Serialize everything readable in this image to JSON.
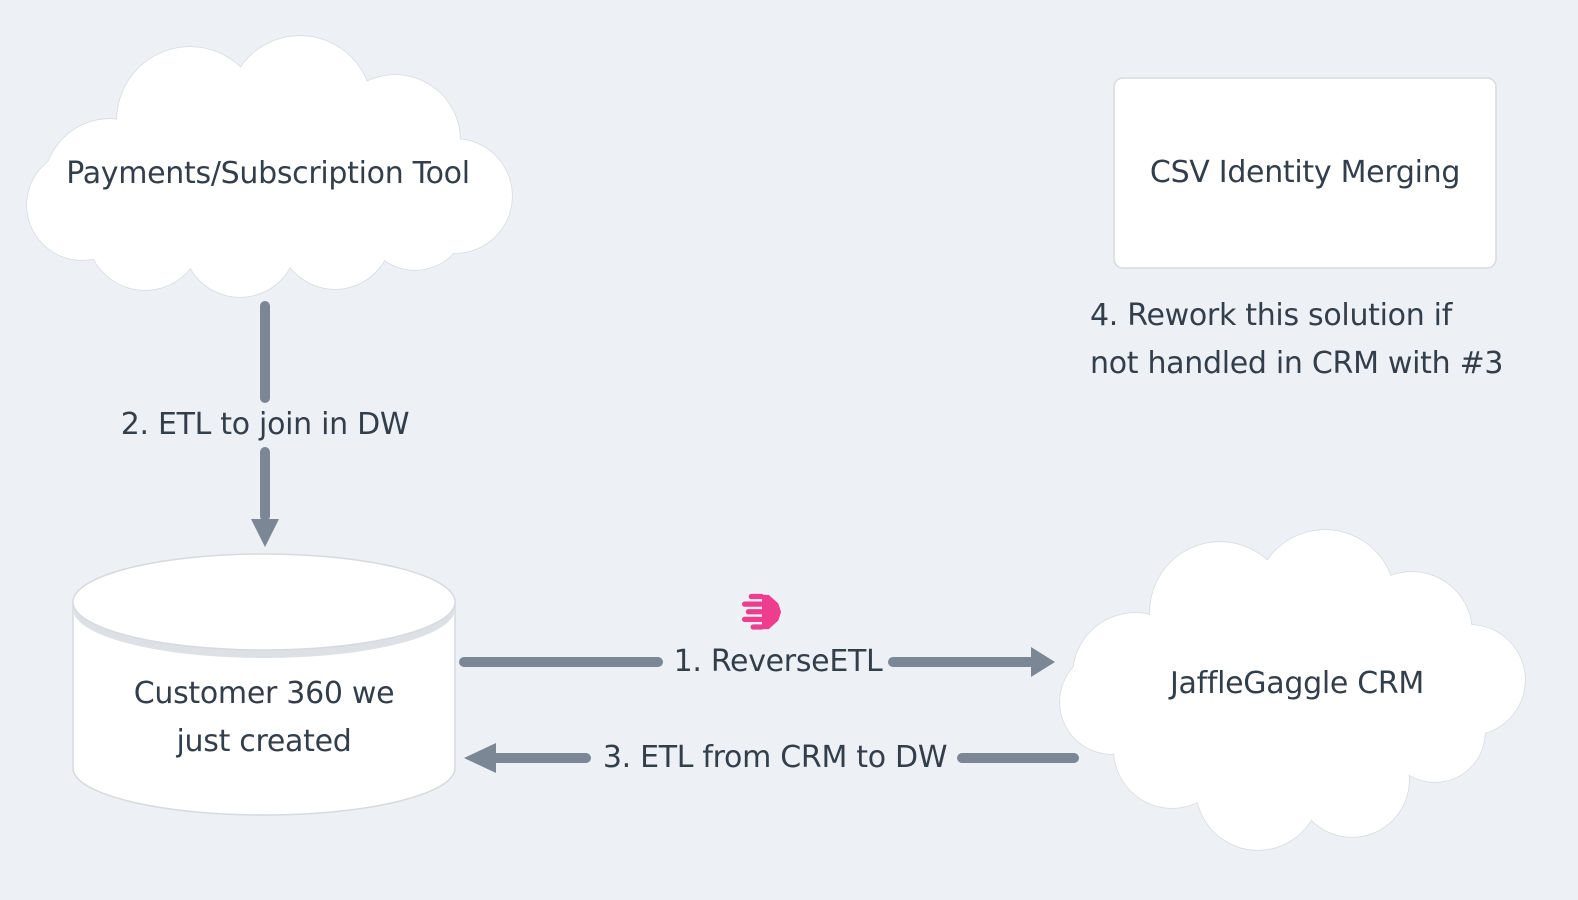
{
  "diagram": {
    "background_color": "#edf1f5",
    "colors": {
      "node_fill": "#ffffff",
      "node_border": "#d6dadf",
      "arrow": "#7b8795",
      "text": "#333e4b",
      "accent_pink": "#ee3d8c"
    },
    "nodes": {
      "payments": {
        "type": "cloud",
        "label": "Payments/Subscription Tool"
      },
      "csv_merge": {
        "type": "rounded-rect",
        "label": "CSV Identity Merging"
      },
      "customer360": {
        "type": "cylinder",
        "label_line1": "Customer 360 we",
        "label_line2": "just created"
      },
      "crm": {
        "type": "cloud",
        "label": "JaffleGaggle CRM"
      }
    },
    "edges": {
      "etl_join_dw": {
        "label": "2. ETL to join in DW",
        "direction": "down"
      },
      "reverse_etl": {
        "label": "1. ReverseETL",
        "direction": "right",
        "icon": "hightouch-icon"
      },
      "etl_crm_dw": {
        "label": "3. ETL from CRM to DW",
        "direction": "left"
      }
    },
    "annotation": {
      "line1": "4. Rework this solution if",
      "line2": "not handled in CRM with #3"
    }
  }
}
